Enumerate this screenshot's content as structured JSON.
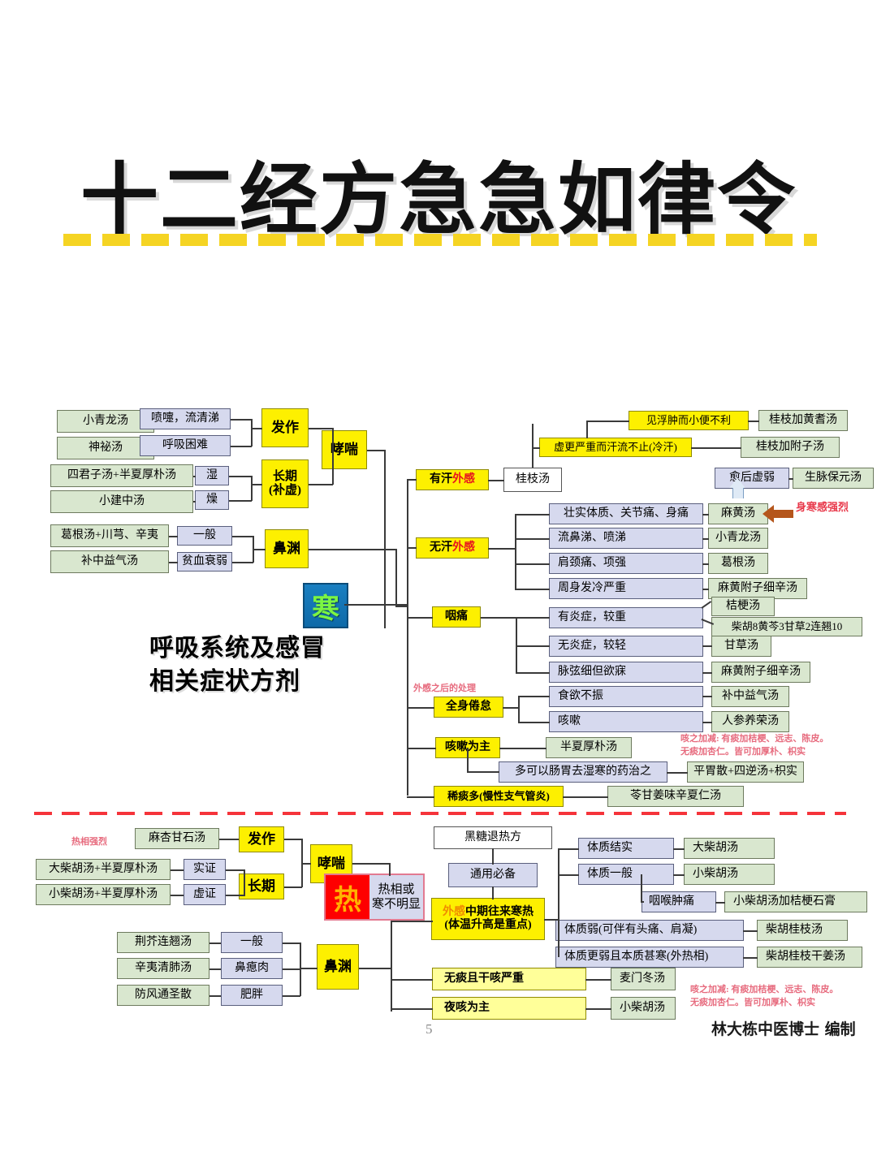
{
  "title": "十二经方急急如律令",
  "page_number": "5",
  "credit": "林大栋中医博士 编制",
  "cold_section": {
    "chip": "寒",
    "caption": "呼吸系统及感冒\n相关症状方剂",
    "annotations": {
      "strong_cold_feel": "身寒感强烈",
      "after_exterior": "外感之后的处理",
      "cough_adjust": "咳之加减: 有痰加桔梗、远志、陈皮。\n无痰加杏仁。皆可加厚朴、枳实"
    },
    "asthma": {
      "label": "哮喘",
      "acute": "发作",
      "chronic": "长期\n(补虚)",
      "acute_symptoms": [
        "喷嚏，流清涕",
        "呼吸困难"
      ],
      "acute_formulas": [
        "小青龙汤",
        "神祕汤"
      ],
      "chronic_symptoms": [
        "湿",
        "燥"
      ],
      "chronic_formulas": [
        "四君子汤+半夏厚朴汤",
        "小建中汤"
      ]
    },
    "sinusitis": {
      "label": "鼻渊",
      "symptoms": [
        "一般",
        "贫血衰弱"
      ],
      "formulas": [
        "葛根汤+川芎、辛夷",
        "补中益气汤"
      ]
    },
    "sweating_exterior": {
      "label_black": "有汗",
      "label_red": "外感",
      "formula": "桂枝汤",
      "sub": [
        {
          "cond": "见浮肿而小便不利",
          "rx": "桂枝加黄耆汤"
        },
        {
          "cond": "虚更严重而汗流不止(冷汗)",
          "rx": "桂枝加附子汤"
        }
      ],
      "recovery": {
        "cond": "愈后虚弱",
        "rx": "生脉保元汤"
      }
    },
    "nosweat_exterior": {
      "label_black": "无汗",
      "label_red": "外感",
      "rows": [
        {
          "cond": "壮实体质、关节痛、身痛",
          "rx": "麻黄汤"
        },
        {
          "cond": "流鼻涕、喷涕",
          "rx": "小青龙汤"
        },
        {
          "cond": "肩颈痛、项强",
          "rx": "葛根汤"
        },
        {
          "cond": "周身发冷严重",
          "rx": "麻黄附子细辛汤"
        }
      ]
    },
    "throat_pain": {
      "label": "咽痛",
      "rows": [
        {
          "cond": "有炎症，较重",
          "rx": [
            "桔梗汤",
            "柴胡8黄芩3甘草2连翘10"
          ]
        },
        {
          "cond": "无炎症，较轻",
          "rx": [
            "甘草汤"
          ]
        },
        {
          "cond": "脉弦细但欲寐",
          "rx": [
            "麻黄附子细辛汤"
          ]
        }
      ]
    },
    "fatigue": {
      "label": "全身倦怠",
      "rows": [
        {
          "cond": "食欲不振",
          "rx": "补中益气汤"
        },
        {
          "cond": "咳嗽",
          "rx": "人参养荣汤"
        }
      ]
    },
    "cough_main": {
      "label": "咳嗽为主",
      "rx": "半夏厚朴汤",
      "sub_cond": "多可以肠胃去湿寒的药治之",
      "sub_rx": "平胃散+四逆汤+枳实"
    },
    "thin_phlegm": {
      "label": "稀痰多(慢性支气管炎)",
      "rx": "苓甘姜味辛夏仁汤"
    }
  },
  "heat_section": {
    "chip": "热",
    "chip_label": "热相或\n寒不明显",
    "annotations": {
      "strong_heat": "热相强烈",
      "cough_adjust": "咳之加减: 有痰加桔梗、远志、陈皮。\n无痰加杏仁。皆可加厚朴、枳实"
    },
    "asthma": {
      "label": "哮喘",
      "acute": "发作",
      "chronic": "长期",
      "acute_formula": "麻杏甘石汤",
      "chronic_symptoms": [
        "实证",
        "虚证"
      ],
      "chronic_formulas": [
        "大柴胡汤+半夏厚朴汤",
        "小柴胡汤+半夏厚朴汤"
      ]
    },
    "sinusitis": {
      "label": "鼻渊",
      "symptoms": [
        "一般",
        "鼻瘜肉",
        "肥胖"
      ],
      "formulas": [
        "荆芥连翘汤",
        "辛夷清肺汤",
        "防风通圣散"
      ]
    },
    "midstage": {
      "top": "黑糖退热方",
      "common": "通用必备",
      "label_red": "外感",
      "label_rest": "中期往来寒热",
      "label_line2": "(体温升高是重点)",
      "rows": [
        {
          "cond": "体质结实",
          "rx": "大柴胡汤"
        },
        {
          "cond": "体质一般",
          "rx": "小柴胡汤"
        },
        {
          "cond": "咽喉肿痛",
          "rx": "小柴胡汤加桔梗石膏"
        },
        {
          "cond": "体质弱(可伴有头痛、肩凝)",
          "rx": "柴胡桂枝汤"
        },
        {
          "cond": "体质更弱且本质甚寒(外热相)",
          "rx": "柴胡桂枝干姜汤"
        }
      ]
    },
    "cough": [
      {
        "cond": "无痰且干咳严重",
        "rx": "麦门冬汤"
      },
      {
        "cond": "夜咳为主",
        "rx": "小柴胡汤"
      }
    ]
  }
}
